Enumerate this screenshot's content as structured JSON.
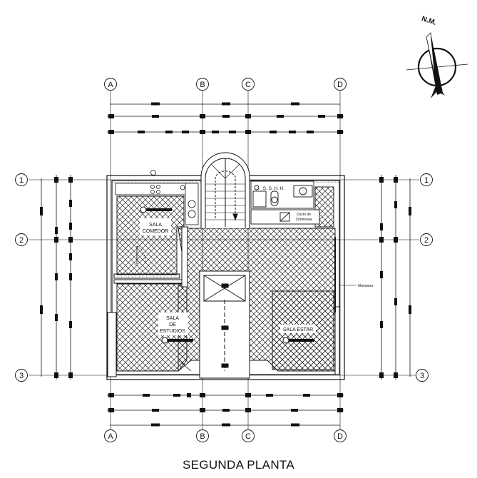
{
  "title": "SEGUNDA PLANTA",
  "north": {
    "label": "N.M."
  },
  "grid": {
    "columns": [
      "A",
      "B",
      "C",
      "D"
    ],
    "rows": [
      "1",
      "2",
      "3"
    ]
  },
  "rooms": {
    "sala_comedor": [
      "SALA",
      "COMEDOR"
    ],
    "sala_estudios": [
      "SALA",
      "DE",
      "ESTUDIOS"
    ],
    "sala_estar": [
      "SALA ESTAR"
    ],
    "sshh": "S. S. H. H.",
    "ducto": [
      "Ducto de",
      "Chimenea"
    ]
  },
  "annotations": {
    "mampara": "Mampara"
  }
}
